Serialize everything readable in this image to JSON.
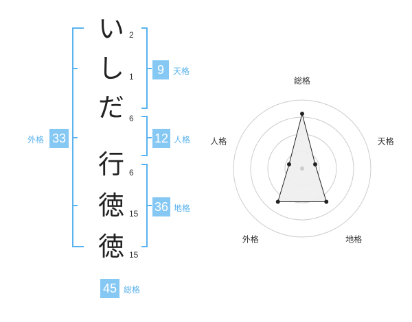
{
  "name_chars": [
    "い",
    "し",
    "だ",
    "行",
    "徳",
    "徳"
  ],
  "stroke_counts": [
    "2",
    "1",
    "6",
    "6",
    "15",
    "15"
  ],
  "fortune": {
    "tenkaku": {
      "value": "9",
      "label": "天格"
    },
    "jinkaku": {
      "value": "12",
      "label": "人格"
    },
    "chikaku": {
      "value": "36",
      "label": "地格"
    },
    "gaikaku": {
      "value": "33",
      "label": "外格"
    },
    "soukaku": {
      "value": "45",
      "label": "総格"
    }
  },
  "colors": {
    "accent": "#86c8f4",
    "accent_text": "#5ab3ee",
    "bracket": "#5ab3ee"
  },
  "chart_data": {
    "type": "radar",
    "axes": [
      "総格",
      "天格",
      "地格",
      "外格",
      "人格"
    ],
    "values": [
      4,
      1,
      3,
      3,
      1
    ],
    "max": 5,
    "rings": 4
  }
}
